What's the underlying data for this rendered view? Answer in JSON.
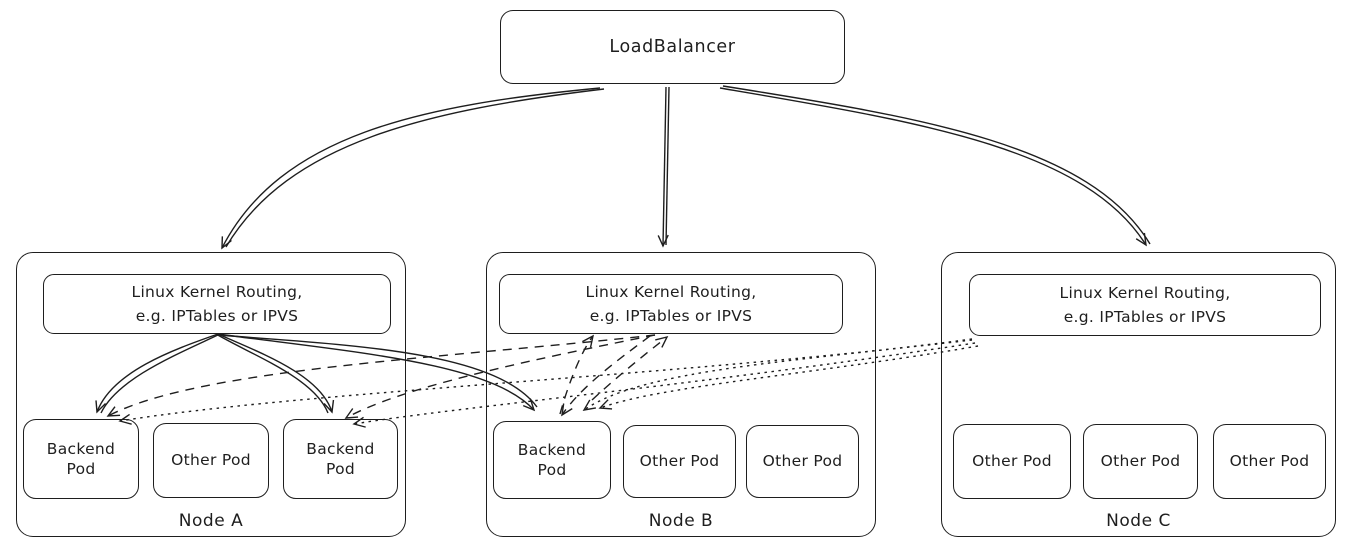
{
  "diagram": {
    "title_hint": "LoadBalancer routing to Kubernetes nodes",
    "load_balancer": {
      "label": "LoadBalancer"
    },
    "nodes": [
      {
        "label": "Node A",
        "kernel_line1": "Linux Kernel Routing,",
        "kernel_line2": "e.g. IPTables or IPVS",
        "pods": [
          {
            "label": "Backend Pod"
          },
          {
            "label": "Other Pod"
          },
          {
            "label": "Backend Pod"
          }
        ]
      },
      {
        "label": "Node B",
        "kernel_line1": "Linux Kernel Routing,",
        "kernel_line2": "e.g. IPTables or IPVS",
        "pods": [
          {
            "label": "Backend Pod"
          },
          {
            "label": "Other Pod"
          },
          {
            "label": "Other Pod"
          }
        ]
      },
      {
        "label": "Node C",
        "kernel_line1": "Linux Kernel Routing,",
        "kernel_line2": "e.g. IPTables or IPVS",
        "pods": [
          {
            "label": "Other Pod"
          },
          {
            "label": "Other Pod"
          },
          {
            "label": "Other Pod"
          }
        ]
      }
    ],
    "edge_styles": {
      "load_balancer_to_nodes": "solid",
      "from_node_a_kernel": "solid",
      "from_node_b_kernel": "dashed",
      "from_node_c_kernel": "dotted"
    },
    "colors": {
      "stroke": "#1e1e1e",
      "background": "#ffffff"
    }
  }
}
